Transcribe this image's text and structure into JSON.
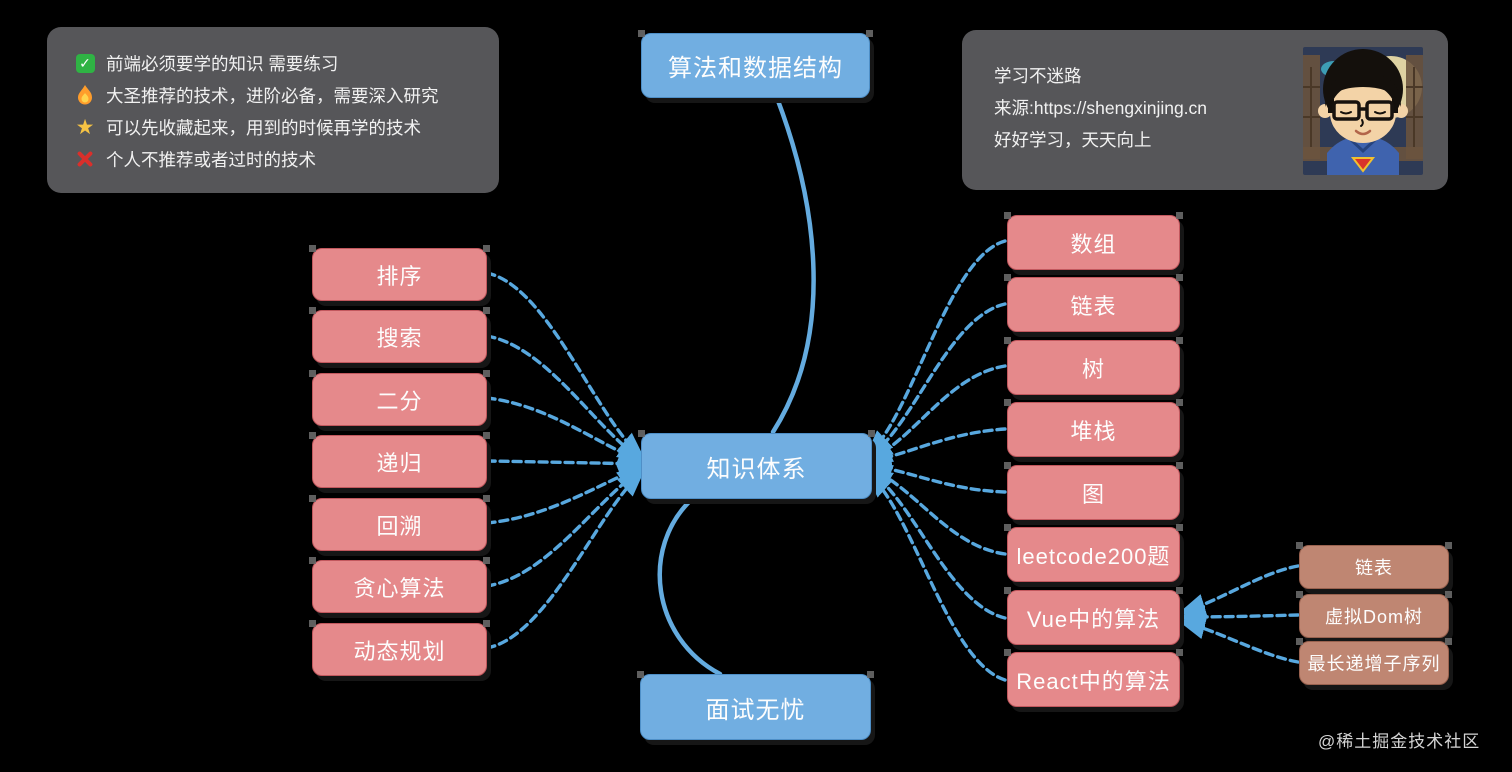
{
  "legend": {
    "items": [
      {
        "icon": "check-icon",
        "text": "前端必须要学的知识 需要练习"
      },
      {
        "icon": "fire-icon",
        "text": "大圣推荐的技术，进阶必备，需要深入研究"
      },
      {
        "icon": "star-icon",
        "text": "可以先收藏起来，用到的时候再学的技术"
      },
      {
        "icon": "x-icon",
        "text": "个人不推荐或者过时的技术"
      }
    ]
  },
  "info": {
    "lines": [
      "学习不迷路",
      "来源:https://shengxinjing.cn",
      "好好学习，天天向上"
    ],
    "avatar": "cartoon-avatar"
  },
  "mindmap": {
    "root": "知识体系",
    "top": "算法和数据结构",
    "bottom": "面试无忧",
    "left_nodes": [
      "排序",
      "搜索",
      "二分",
      "递归",
      "回溯",
      "贪心算法",
      "动态规划"
    ],
    "right_nodes": [
      "数组",
      "链表",
      "树",
      "堆栈",
      "图",
      "leetcode200题",
      "Vue中的算法",
      "React中的算法"
    ],
    "sub_nodes": [
      "链表",
      "虚拟Dom树",
      "最长递增子序列"
    ]
  },
  "colors": {
    "background": "#000000",
    "panel": "#565659",
    "blue_node": "#71aee1",
    "pink_node": "#e5898b",
    "brown_node": "#bf8672",
    "edge": "#58a8df",
    "text": "#fdfdfd"
  },
  "watermark": "@稀土掘金技术社区"
}
